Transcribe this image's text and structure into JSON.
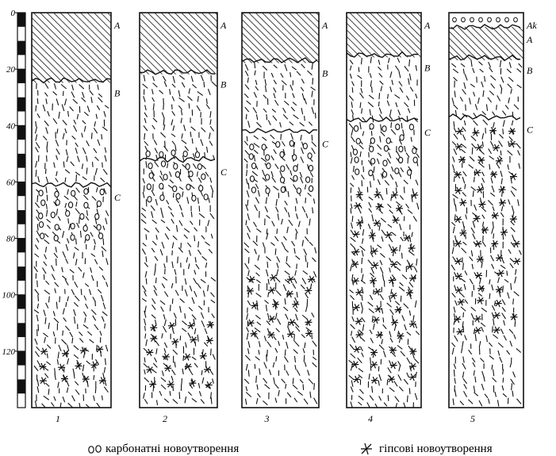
{
  "scale": {
    "ticks": [
      "0",
      "20",
      "40",
      "60",
      "80",
      "100",
      "120"
    ],
    "max_depth": 140,
    "top_depth": 0
  },
  "profiles": [
    {
      "number": "1",
      "horizons": [
        {
          "label": "A",
          "from": 0,
          "to": 24,
          "pattern": "hatch"
        },
        {
          "label": "B",
          "from": 24,
          "to": 61,
          "pattern": "dash"
        },
        {
          "label": "C",
          "from": 61,
          "to": 140,
          "pattern": "dash"
        }
      ],
      "carbonate": [
        [
          61,
          79
        ]
      ],
      "gypsum": [
        [
          117,
          130
        ]
      ]
    },
    {
      "number": "2",
      "horizons": [
        {
          "label": "A",
          "from": 0,
          "to": 21,
          "pattern": "hatch"
        },
        {
          "label": "B",
          "from": 21,
          "to": 52,
          "pattern": "dash"
        },
        {
          "label": "C",
          "from": 52,
          "to": 140,
          "pattern": "dash"
        }
      ],
      "carbonate": [
        [
          47,
          66
        ]
      ],
      "gypsum": [
        [
          108,
          135
        ]
      ]
    },
    {
      "number": "3",
      "horizons": [
        {
          "label": "A",
          "from": 0,
          "to": 17,
          "pattern": "hatch"
        },
        {
          "label": "B",
          "from": 17,
          "to": 42,
          "pattern": "dash"
        },
        {
          "label": "C",
          "from": 42,
          "to": 140,
          "pattern": "dash"
        }
      ],
      "carbonate": [
        [
          44,
          62
        ]
      ],
      "gypsum": [
        [
          91,
          118
        ]
      ]
    },
    {
      "number": "4",
      "horizons": [
        {
          "label": "A",
          "from": 0,
          "to": 15,
          "pattern": "hatch"
        },
        {
          "label": "B",
          "from": 15,
          "to": 38,
          "pattern": "dash"
        },
        {
          "label": "C",
          "from": 38,
          "to": 140,
          "pattern": "dash"
        }
      ],
      "carbonate": [
        [
          38,
          59
        ]
      ],
      "gypsum": [
        [
          61,
          132
        ]
      ]
    },
    {
      "number": "5",
      "horizons": [
        {
          "label": "Ak",
          "from": 0,
          "to": 5,
          "pattern": "carbonate"
        },
        {
          "label": "A",
          "from": 5,
          "to": 16,
          "pattern": "hatch"
        },
        {
          "label": "B",
          "from": 16,
          "to": 37,
          "pattern": "dash"
        },
        {
          "label": "C",
          "from": 37,
          "to": 140,
          "pattern": "dash"
        }
      ],
      "carbonate": [],
      "gypsum": [
        [
          39,
          113
        ]
      ]
    }
  ],
  "legend": {
    "carbonate_label": "карбонатні новоутворення",
    "gypsum_label": "гіпсові новоутворення"
  },
  "colors": {
    "ink": "#111111",
    "paper": "#ffffff"
  }
}
